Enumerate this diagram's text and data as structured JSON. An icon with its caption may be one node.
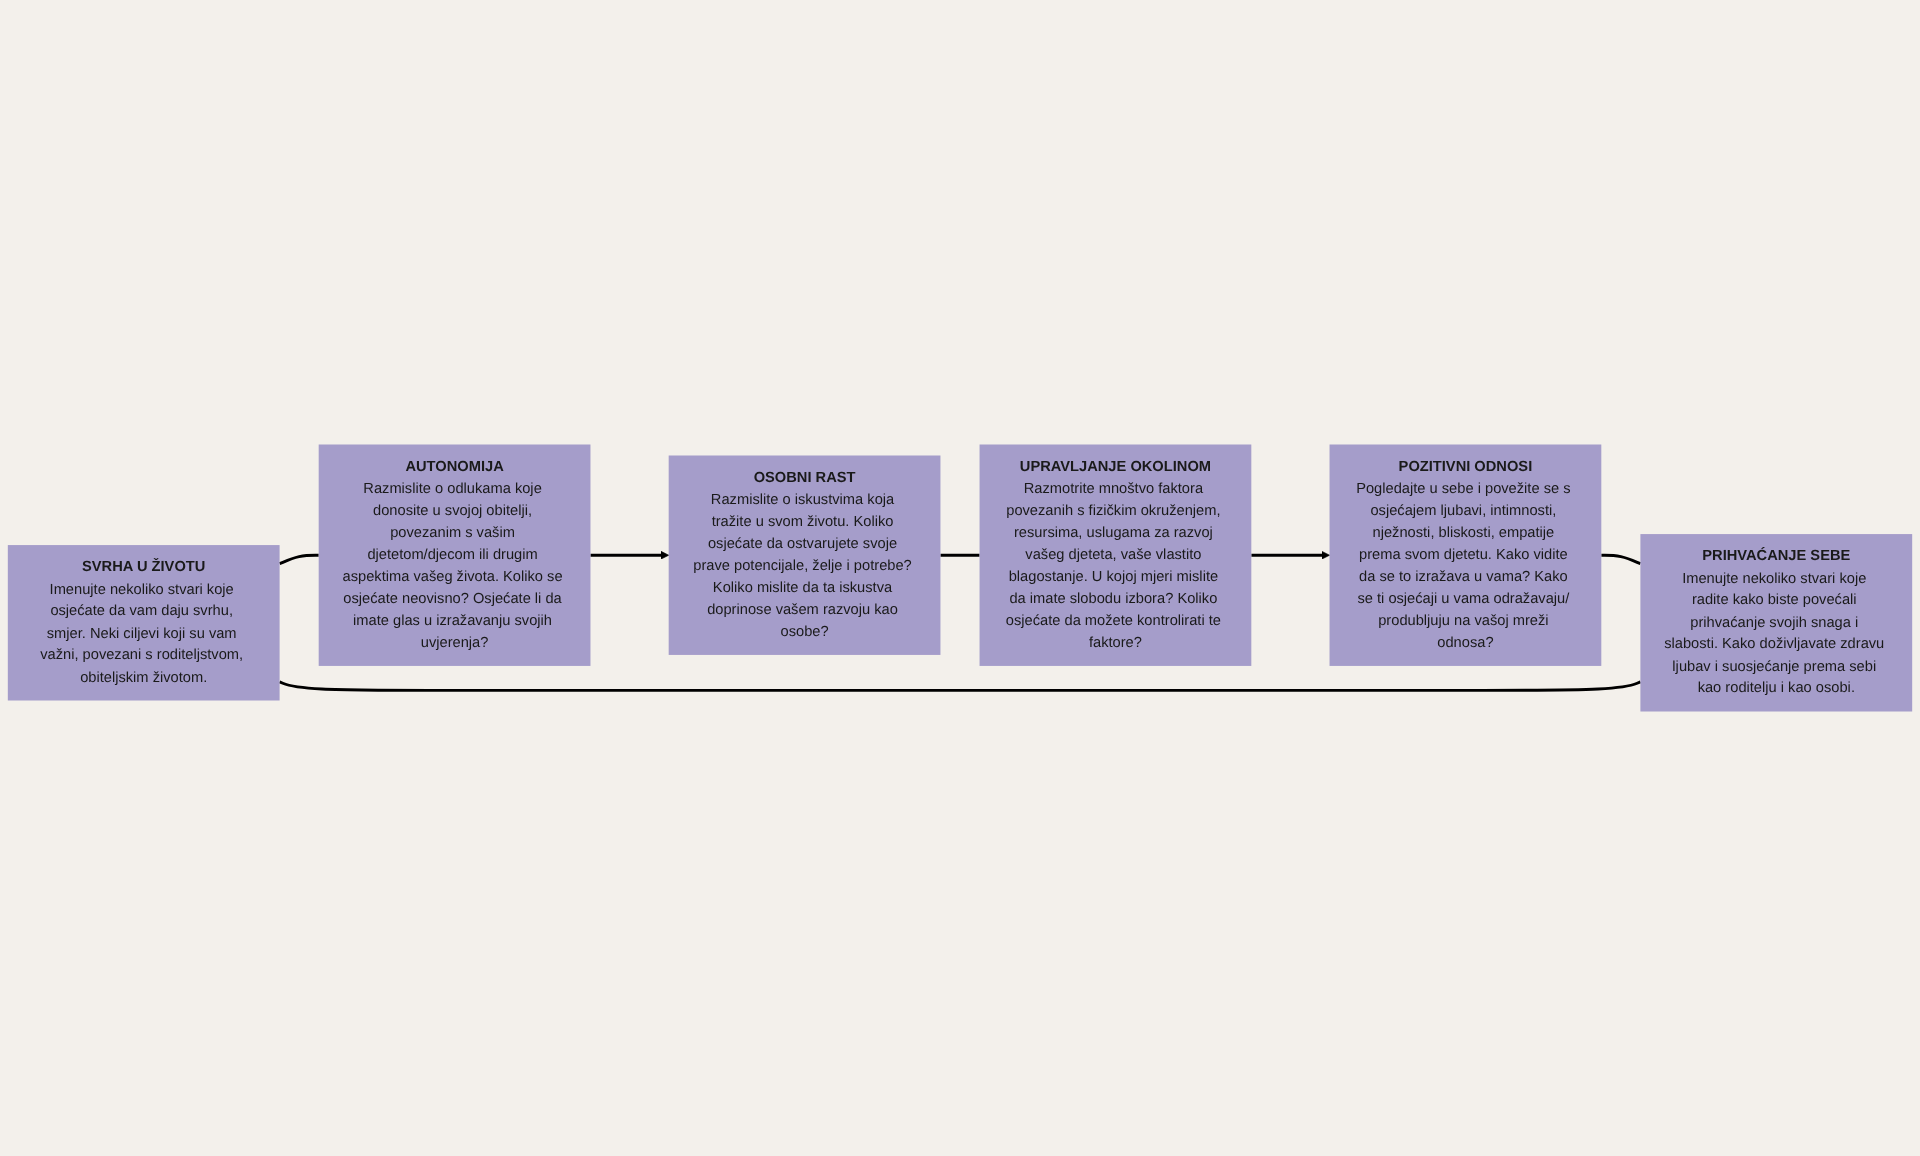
{
  "diagram": {
    "nodes": [
      {
        "text": [
          "SVRHA U ŽIVOTU",
          "Imenujte nekoliko stvari koje osjećate da vam daju svrhu, smjer. Neki ciljevi koji su vam važni, povezani s roditeljstvom, obiteljskim životom."
        ]
      },
      {
        "text": [
          "PRIHVAĆANJE SEBE",
          "Imenujte nekoliko stvari koje radite kako biste povećali prihvaćanje svojih snaga i slabosti. Kako doživljavate zdravu ljubav i suosjećanje prema sebi kao roditelju i kao osobi."
        ]
      },
      {
        "text": [
          "AUTONOMIJA",
          "Razmislite o odlukama koje donosite u svojoj obitelji, povezanim s vašim djetetom/djecom ili drugim aspektima vašeg života. Koliko se osjećate neovisno? Osjećate li da imate glas u izražavanju svojih uvjerenja?"
        ]
      },
      {
        "text": [
          "POZITIVNI ODNOSI",
          "Pogledajte u sebe i povežite se s osjećajem ljubavi, intimnosti, nježnosti, bliskosti, empatije prema svom djetetu. Kako vidite da se to izražava u vama? Kako se ti osjećaji u vama odražavaju/ produbljuju na vašoj mreži odnosa?"
        ]
      },
      {
        "text": [
          "OSOBNI RAST",
          "Razmislite o iskustvima koja tražite u svom životu. Koliko osjećate da ostvarujete svoje prave potencijale, želje i potrebe? Koliko mislite da ta iskustva doprinose vašem razvoju kao osobe?"
        ]
      },
      {
        "text": [
          "UPRAVLJANJE OKOLINOM",
          "Razmotrite mnoštvo faktora povezanih s fizičkim okruženjem, resursima, uslugama za razvoj vašeg djeteta, vaše vlastito blagostanje. U kojoj mjeri mislite da imate slobodu izbora? Koliko osjećate da možete kontrolirati te faktore?"
        ]
      }
    ],
    "edges": [
      {
        "from": 0,
        "to": 2,
        "arrow": "none"
      },
      {
        "from": 2,
        "to": 4,
        "arrow": "to"
      },
      {
        "from": 4,
        "to": 5,
        "arrow": "none"
      },
      {
        "from": 5,
        "to": 3,
        "arrow": "to"
      },
      {
        "from": 3,
        "to": 1,
        "arrow": "none"
      },
      {
        "from": 1,
        "to": 0,
        "arrow": "none"
      }
    ]
  }
}
